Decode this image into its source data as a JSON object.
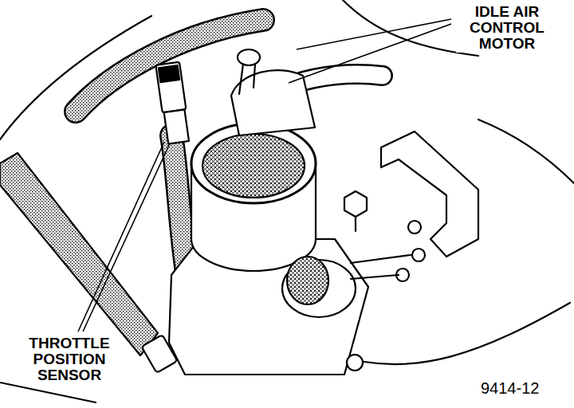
{
  "diagram": {
    "labels": [
      "IDLE AIR CONTROL MOTOR",
      "THROTTLE POSITION SENSOR",
      "9414-12"
    ]
  }
}
